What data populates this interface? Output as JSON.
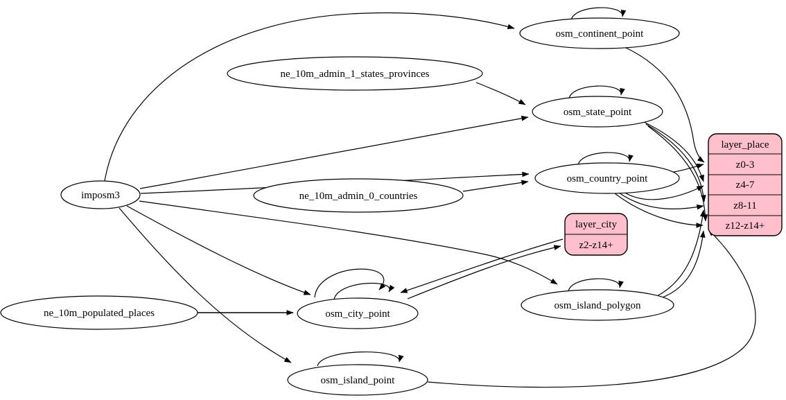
{
  "diagram": {
    "type": "graphviz-etl-flow",
    "colors": {
      "record_fill": "#ffc0cb",
      "node_fill": "#ffffff",
      "edge_stroke": "#000000",
      "background": "#ffffff"
    },
    "nodes": {
      "imposm3": {
        "label": "imposm3"
      },
      "ne_10m_admin_1_states_provinces": {
        "label": "ne_10m_admin_1_states_provinces"
      },
      "ne_10m_admin_0_countries": {
        "label": "ne_10m_admin_0_countries"
      },
      "ne_10m_populated_places": {
        "label": "ne_10m_populated_places"
      },
      "osm_continent_point": {
        "label": "osm_continent_point"
      },
      "osm_state_point": {
        "label": "osm_state_point"
      },
      "osm_country_point": {
        "label": "osm_country_point"
      },
      "osm_city_point": {
        "label": "osm_city_point"
      },
      "osm_island_polygon": {
        "label": "osm_island_polygon"
      },
      "osm_island_point": {
        "label": "osm_island_point"
      }
    },
    "records": {
      "layer_city": {
        "title": "layer_city",
        "rows": [
          "z2-z14+"
        ]
      },
      "layer_place": {
        "title": "layer_place",
        "rows": [
          "z0-3",
          "z4-7",
          "z8-11",
          "z12-z14+"
        ]
      }
    },
    "edges": [
      {
        "from": "imposm3",
        "to": "osm_continent_point"
      },
      {
        "from": "imposm3",
        "to": "osm_state_point"
      },
      {
        "from": "imposm3",
        "to": "osm_country_point"
      },
      {
        "from": "imposm3",
        "to": "osm_city_point"
      },
      {
        "from": "imposm3",
        "to": "osm_island_point"
      },
      {
        "from": "imposm3",
        "to": "osm_island_polygon"
      },
      {
        "from": "ne_10m_admin_1_states_provinces",
        "to": "osm_state_point"
      },
      {
        "from": "ne_10m_admin_0_countries",
        "to": "osm_country_point"
      },
      {
        "from": "ne_10m_populated_places",
        "to": "osm_city_point"
      },
      {
        "from": "osm_continent_point",
        "to": "osm_continent_point",
        "self_loop": true
      },
      {
        "from": "osm_state_point",
        "to": "osm_state_point",
        "self_loop": true
      },
      {
        "from": "osm_country_point",
        "to": "osm_country_point",
        "self_loop": true
      },
      {
        "from": "osm_city_point",
        "to": "osm_city_point",
        "self_loop": true
      },
      {
        "from": "osm_city_point",
        "to": "osm_city_point",
        "self_loop": true
      },
      {
        "from": "osm_island_polygon",
        "to": "osm_island_polygon",
        "self_loop": true
      },
      {
        "from": "osm_island_point",
        "to": "osm_island_point",
        "self_loop": true
      },
      {
        "from": "osm_continent_point",
        "to": "layer_place.z0-3"
      },
      {
        "from": "osm_country_point",
        "to": "layer_place.z0-3"
      },
      {
        "from": "osm_state_point",
        "to": "layer_place.z4-7"
      },
      {
        "from": "osm_country_point",
        "to": "layer_place.z4-7"
      },
      {
        "from": "osm_state_point",
        "to": "layer_place.z8-11"
      },
      {
        "from": "osm_country_point",
        "to": "layer_place.z8-11"
      },
      {
        "from": "osm_island_polygon",
        "to": "layer_place.z8-11"
      },
      {
        "from": "osm_state_point",
        "to": "layer_place.z12-z14+"
      },
      {
        "from": "osm_country_point",
        "to": "layer_place.z12-z14+"
      },
      {
        "from": "osm_island_polygon",
        "to": "layer_place.z12-z14+"
      },
      {
        "from": "osm_island_point",
        "to": "layer_place.z12-z14+"
      },
      {
        "from": "osm_city_point",
        "to": "layer_city.z2-z14+"
      },
      {
        "from": "layer_city",
        "to": "osm_city_point"
      }
    ]
  }
}
